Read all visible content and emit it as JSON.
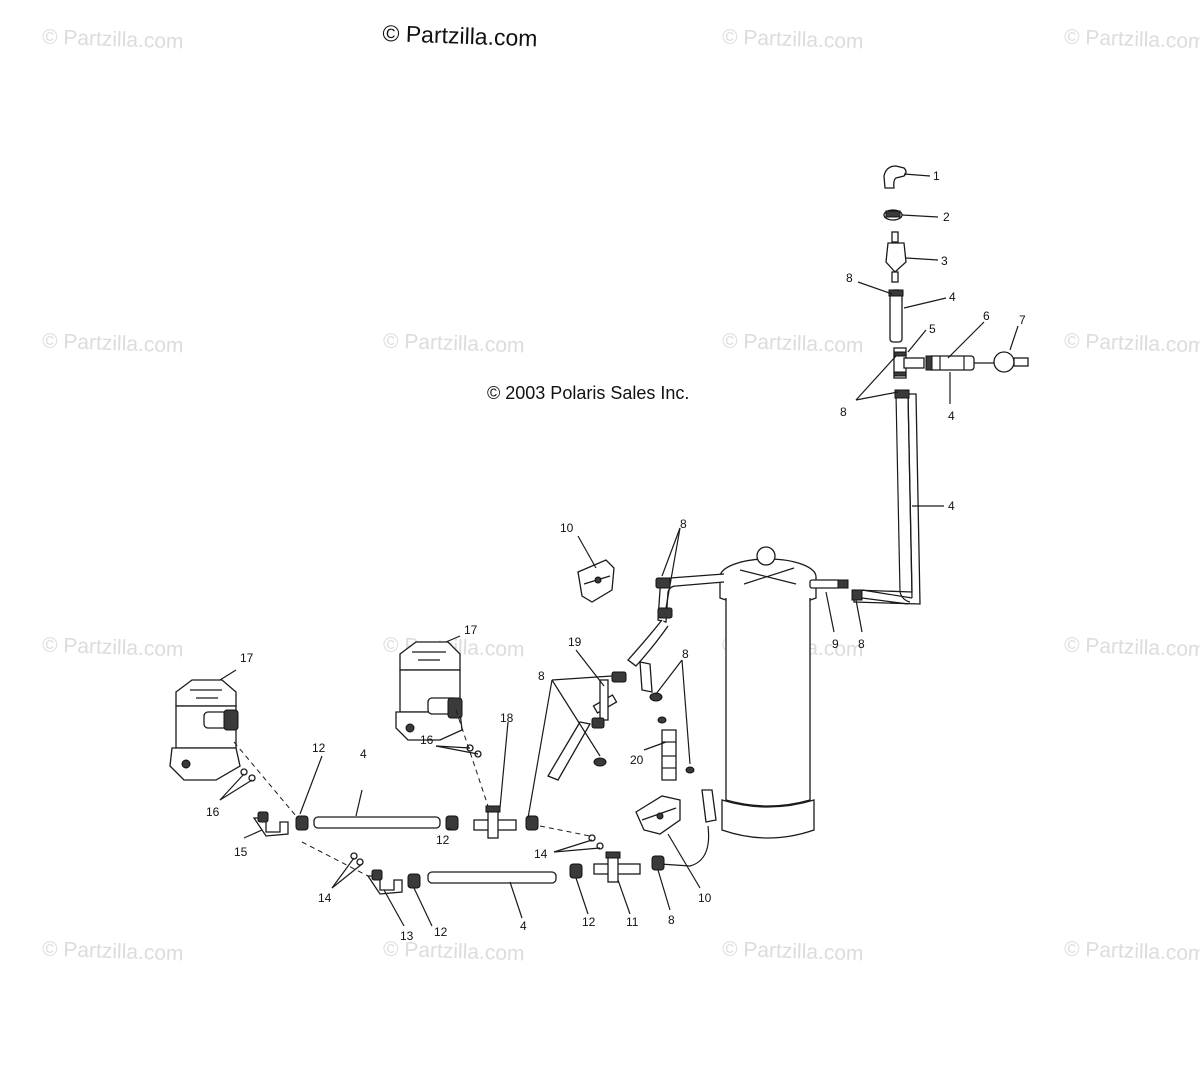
{
  "watermark": "© Partzilla.com",
  "header_copyright": "© Partzilla.com",
  "diagram_copyright": "© 2003 Polaris Sales Inc.",
  "callouts": [
    "1",
    "2",
    "3",
    "8",
    "4",
    "5",
    "6",
    "7",
    "8",
    "4",
    "4",
    "8",
    "10",
    "9",
    "8",
    "17",
    "17",
    "19",
    "8",
    "8",
    "18",
    "12",
    "4",
    "16",
    "12",
    "16",
    "15",
    "20",
    "14",
    "14",
    "13",
    "12",
    "4",
    "12",
    "11",
    "8",
    "10"
  ]
}
